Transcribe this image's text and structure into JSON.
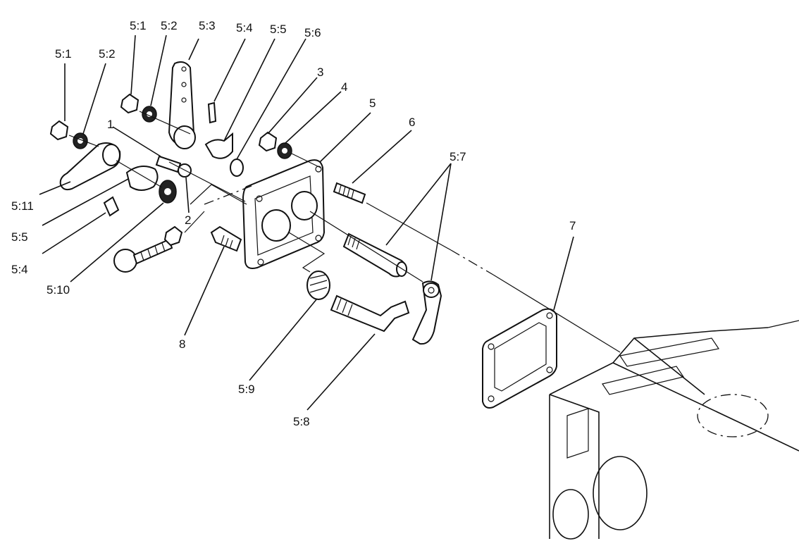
{
  "diagram": {
    "callouts": [
      {
        "id": "c-5-1-a",
        "text": "5:1"
      },
      {
        "id": "c-5-2-a",
        "text": "5:2"
      },
      {
        "id": "c-5-1-b",
        "text": "5:1"
      },
      {
        "id": "c-5-2-b",
        "text": "5:2"
      },
      {
        "id": "c-5-3",
        "text": "5:3"
      },
      {
        "id": "c-5-4-top",
        "text": "5:4"
      },
      {
        "id": "c-5-5-top",
        "text": "5:5"
      },
      {
        "id": "c-5-6",
        "text": "5:6"
      },
      {
        "id": "c-3",
        "text": "3"
      },
      {
        "id": "c-4",
        "text": "4"
      },
      {
        "id": "c-5",
        "text": "5"
      },
      {
        "id": "c-6",
        "text": "6"
      },
      {
        "id": "c-1",
        "text": "1"
      },
      {
        "id": "c-5-7",
        "text": "5:7"
      },
      {
        "id": "c-5-11",
        "text": "5:11"
      },
      {
        "id": "c-2",
        "text": "2"
      },
      {
        "id": "c-5-5-left",
        "text": "5:5"
      },
      {
        "id": "c-7",
        "text": "7"
      },
      {
        "id": "c-5-4-left",
        "text": "5:4"
      },
      {
        "id": "c-5-10",
        "text": "5:10"
      },
      {
        "id": "c-8",
        "text": "8"
      },
      {
        "id": "c-5-9",
        "text": "5:9"
      },
      {
        "id": "c-5-8",
        "text": "5:8"
      }
    ]
  }
}
